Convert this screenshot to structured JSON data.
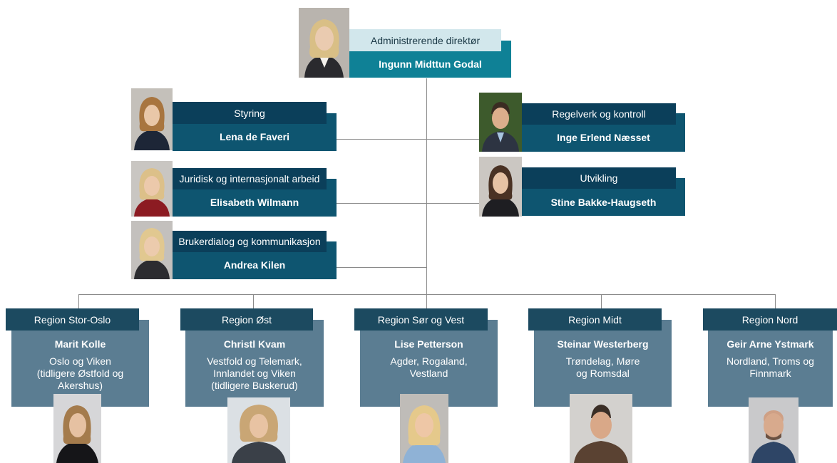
{
  "ceo": {
    "title": "Administrerende direktør",
    "name": "Ingunn Midttun Godal"
  },
  "staff_left": [
    {
      "title": "Styring",
      "name": "Lena de Faveri"
    },
    {
      "title": "Juridisk og internasjonalt arbeid",
      "name": "Elisabeth Wilmann"
    },
    {
      "title": "Brukerdialog og kommunikasjon",
      "name": "Andrea Kilen"
    }
  ],
  "staff_right": [
    {
      "title": "Regelverk og kontroll",
      "name": "Inge Erlend Næsset"
    },
    {
      "title": "Utvikling",
      "name": "Stine Bakke-Haugseth"
    }
  ],
  "regions": [
    {
      "title": "Region Stor-Oslo",
      "name": "Marit Kolle",
      "area": [
        "Oslo og Viken",
        "(tidligere Østfold og",
        "Akershus)"
      ]
    },
    {
      "title": "Region Øst",
      "name": "Christl Kvam",
      "area": [
        "Vestfold og Telemark,",
        "Innlandet og Viken",
        "(tidligere Buskerud)"
      ]
    },
    {
      "title": "Region Sør og Vest",
      "name": "Lise Petterson",
      "area": [
        "Agder, Rogaland,",
        "Vestland"
      ]
    },
    {
      "title": "Region Midt",
      "name": "Steinar Westerberg",
      "area": [
        "Trøndelag, Møre",
        "og Romsdal"
      ]
    },
    {
      "title": "Region Nord",
      "name": "Geir Arne Ystmark",
      "area": [
        "Nordland, Troms og",
        "Finnmark"
      ]
    }
  ],
  "colors": {
    "staff_tab": "#0b3f5a",
    "staff_box": "#0e5570",
    "ceo_tab": "#d2e7ec",
    "ceo_box": "#0f8196",
    "region_tab": "#1c4a60",
    "region_box": "#5b7d92",
    "connector": "#8a8a8a"
  },
  "icons": [
    "person-photo-icon"
  ]
}
